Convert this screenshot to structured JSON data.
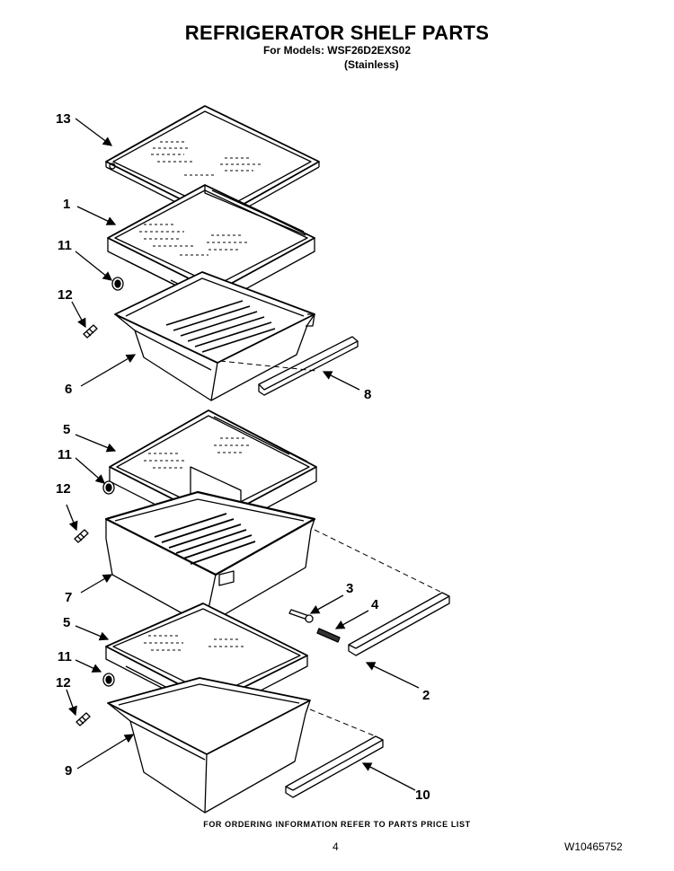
{
  "header": {
    "title": "REFRIGERATOR SHELF PARTS",
    "models_line": "For Models: WSF26D2EXS02",
    "finish_line": "(Stainless)"
  },
  "callouts": [
    "13",
    "1",
    "11",
    "12",
    "6",
    "8",
    "5",
    "11",
    "12",
    "7",
    "3",
    "4",
    "2",
    "5",
    "11",
    "12",
    "9",
    "10"
  ],
  "footer": {
    "ordering_note": "FOR ORDERING INFORMATION REFER TO PARTS PRICE LIST",
    "page_number": "4",
    "document_number": "W10465752"
  }
}
